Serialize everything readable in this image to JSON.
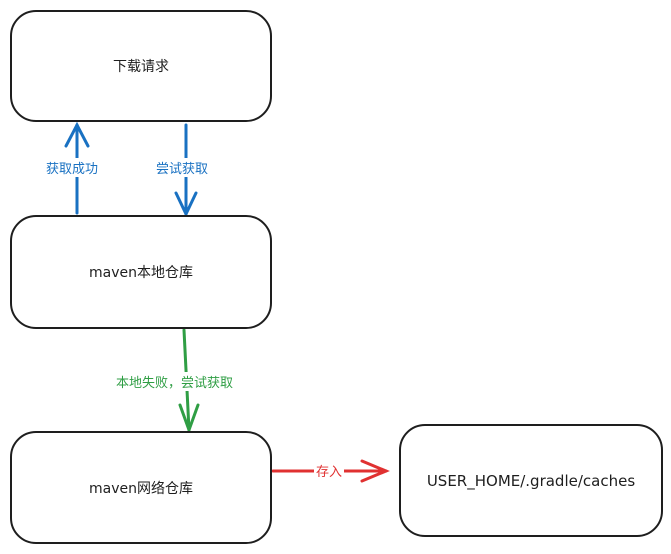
{
  "nodes": {
    "download_request": "下载请求",
    "maven_local": "maven本地仓库",
    "maven_remote": "maven网络仓库",
    "gradle_cache": "USER_HOME/.gradle/caches"
  },
  "edges": {
    "fetch_success": "获取成功",
    "try_fetch": "尝试获取",
    "local_fail_try": "本地失败，尝试获取",
    "store": "存入"
  },
  "colors": {
    "blue": "#1971c2",
    "green": "#2f9e44",
    "red": "#e03131",
    "stroke": "#1e1e1e"
  }
}
